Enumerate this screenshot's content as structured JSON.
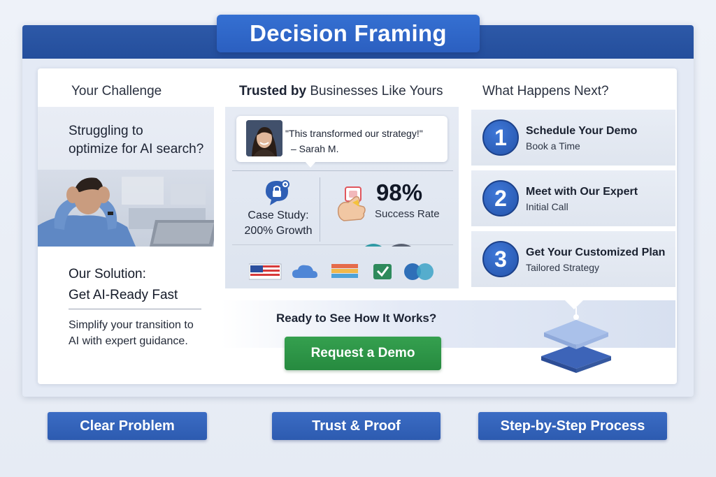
{
  "header": {
    "title": "Decision Framing"
  },
  "left": {
    "challenge_label": "Your Challenge",
    "problem_line1": "Struggling to",
    "problem_line2": "optimize for AI search?",
    "solution_line1": "Our Solution:",
    "solution_line2": "Get AI-Ready Fast",
    "desc_line1": "Simplify your transition to",
    "desc_line2": "AI with expert guidance."
  },
  "middle": {
    "title_bold": "Trusted by",
    "title_rest": "Businesses Like Yours",
    "quote": "\"This transformed our strategy!\"",
    "quote_author": "– Sarah M.",
    "case_line1": "Case Study:",
    "case_line2": "200% Growth",
    "success_pct": "98%",
    "success_label": "Success Rate",
    "logo_icons": [
      "flag-logo-icon",
      "cloud-logo-icon",
      "stripes-logo-icon",
      "check-shield-logo-icon",
      "circles-logo-icon"
    ]
  },
  "right": {
    "title": "What Happens Next?",
    "steps": [
      {
        "num": "1",
        "title": "Schedule Your Demo",
        "sub": "Book a Time"
      },
      {
        "num": "2",
        "title": "Meet with Our Expert",
        "sub": "Initial Call"
      },
      {
        "num": "3",
        "title": "Get Your Customized Plan",
        "sub": "Tailored Strategy"
      }
    ]
  },
  "cta": {
    "question": "Ready to See How It Works?",
    "button": "Request a Demo"
  },
  "bottom": {
    "labels": [
      "Clear Problem",
      "Trust & Proof",
      "Step-by-Step Process"
    ]
  },
  "colors": {
    "brand_blue": "#2d59a8",
    "cta_green": "#2f9a4a"
  }
}
